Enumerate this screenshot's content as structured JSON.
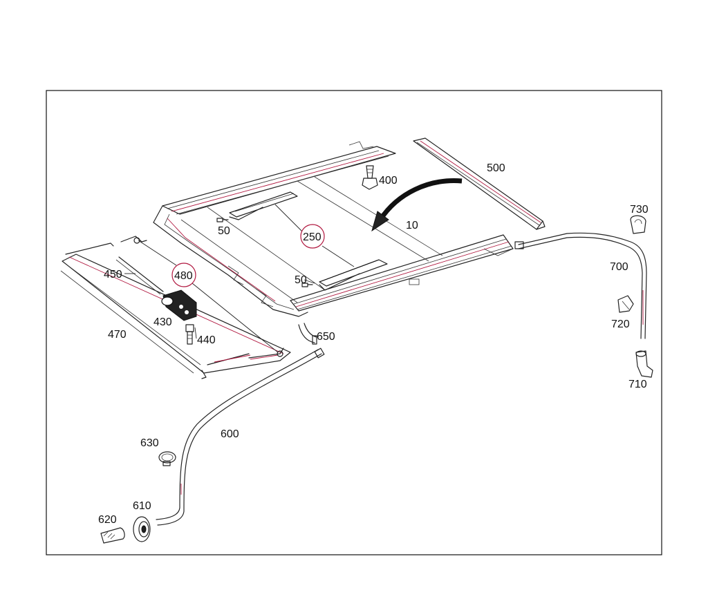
{
  "labels": {
    "p10": "10",
    "p50a": "50",
    "p50b": "50",
    "p250": "250",
    "p400": "400",
    "p430": "430",
    "p440": "440",
    "p450": "450",
    "p470": "470",
    "p480": "480",
    "p500": "500",
    "p600": "600",
    "p610": "610",
    "p620": "620",
    "p630": "630",
    "p650": "650",
    "p700": "700",
    "p710": "710",
    "p720": "720",
    "p730": "730"
  },
  "colors": {
    "line": "#222222",
    "accent": "#b0163e",
    "background": "#ffffff"
  }
}
